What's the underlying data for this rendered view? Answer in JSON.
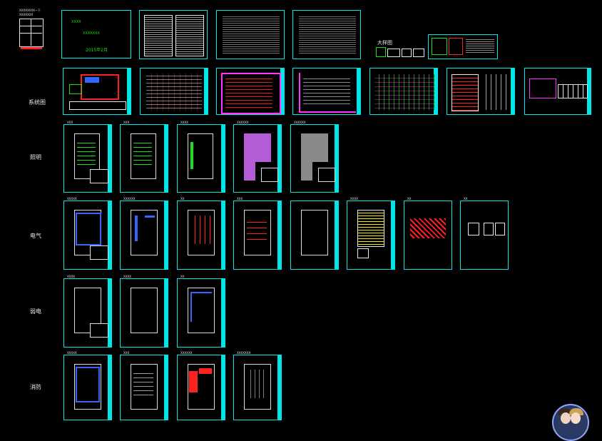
{
  "cover": {
    "line1": "XXXX",
    "line2": "XXXXXXX",
    "date": "2015年2月"
  },
  "top_left_note": {
    "line1": "XXXXXXXX一下",
    "line2": "XXXXXXX"
  },
  "large_sample_label": "大样图",
  "row_labels": {
    "system": "系统图",
    "lighting": "照明",
    "power": "电气",
    "weak": "弱电",
    "fire": "消防"
  },
  "sheet_titles": {
    "r2": [
      "XXX",
      "XXX",
      "XXXX",
      "XXXXXX",
      "XXXXXX"
    ],
    "r3": [
      "XXXXX",
      "XXXXXX",
      "XX",
      "XXX",
      "",
      "XXXX",
      "XX",
      "XX"
    ],
    "r4": [
      "XXXX",
      "XXXX",
      "XX"
    ],
    "r5": [
      "XXXXX",
      "XXX",
      "XXXXXX",
      "XXXXXXX"
    ]
  },
  "colors": {
    "frame": "#00e5e5",
    "green_text": "#19e019",
    "red": "#ff2020",
    "magenta": "#ff33ff",
    "blue": "#3366ff",
    "yellow": "#ffee00",
    "white": "#e8e8e8"
  },
  "avatar": "user-avatar-icon"
}
